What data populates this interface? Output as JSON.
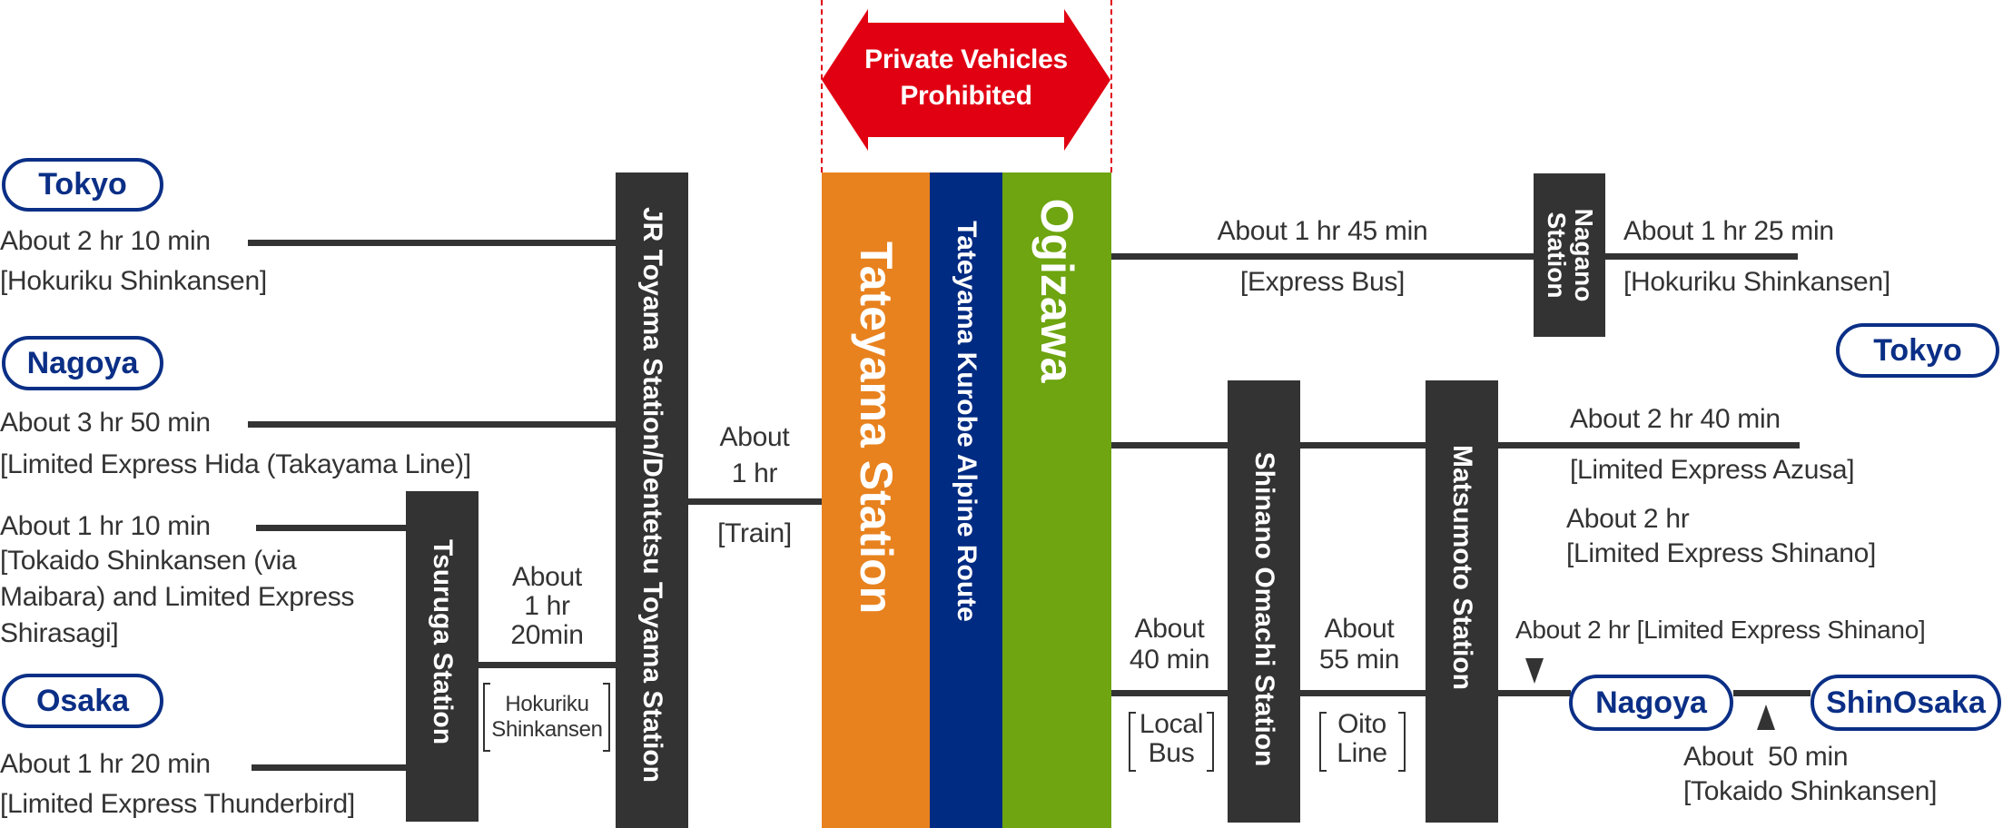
{
  "colors": {
    "dark_bar": "#333333",
    "pill_blue": "#0b2f86",
    "tateyama_station": "#e8821e",
    "alpine_route": "#002b82",
    "ogizawa": "#6ea510",
    "prohibited_red": "#e00012"
  },
  "banner": {
    "line1": "Private Vehicles",
    "line2": "Prohibited"
  },
  "core": {
    "tateyama_station": "Tateyama Station",
    "alpine_route": "Tateyama Kurobe Alpine Route",
    "ogizawa": "Ogizawa"
  },
  "stations": {
    "jr_toyama": "JR Toyama Station/Dentetsu Toyama Station",
    "tsuruga": "Tsuruga Station",
    "nagano": "Nagano Station",
    "shinano_omachi": "Shinano Omachi Station",
    "matsumoto": "Matsumoto Station"
  },
  "cities": {
    "tokyo_west": "Tokyo",
    "nagoya_west": "Nagoya",
    "osaka": "Osaka",
    "tokyo_east": "Tokyo",
    "nagoya_east": "Nagoya",
    "shin_osaka": "ShinOsaka"
  },
  "west": {
    "tokyo_time": "About 2 hr 10 min",
    "tokyo_line": "[Hokuriku Shinkansen]",
    "nagoya_time": "About 3 hr 50 min",
    "nagoya_line": "[Limited Express Hida (Takayama Line)]",
    "tsuruga_nagoya_time": "About 1 hr 10 min",
    "tsuruga_nagoya_line1": "[Tokaido Shinkansen (via",
    "tsuruga_nagoya_line2": "Maibara) and Limited Express",
    "tsuruga_nagoya_line3": "Shirasagi]",
    "osaka_time": "About 1 hr 20 min",
    "osaka_line": "[Limited Express Thunderbird]",
    "tsuruga_toyama_time1": "About",
    "tsuruga_toyama_time2": "1 hr",
    "tsuruga_toyama_time3": "20min",
    "tsuruga_toyama_line1": "Hokuriku",
    "tsuruga_toyama_line2": "Shinkansen",
    "toyama_tateyama_time1": "About",
    "toyama_tateyama_time2": "1 hr",
    "toyama_tateyama_line": "[Train]"
  },
  "east": {
    "bus_time": "About 1 hr 45 min",
    "bus_line": "[Express Bus]",
    "nagano_tokyo_time": "About 1 hr 25 min",
    "nagano_tokyo_line": "[Hokuriku Shinkansen]",
    "azusa_time": "About 2 hr 40 min",
    "azusa_line": "[Limited Express Azusa]",
    "shinano_time": "About 2 hr",
    "shinano_line": "[Limited Express Shinano]",
    "local_bus_time1": "About",
    "local_bus_time2": "40 min",
    "local_bus_line1": "Local",
    "local_bus_line2": "Bus",
    "oito_time1": "About",
    "oito_time2": "55 min",
    "oito_line1": "Oito",
    "oito_line2": "Line",
    "matsumoto_nagoya": "About 2 hr [Limited Express Shinano]",
    "nagoya_shinosaka_time": "About  50 min",
    "nagoya_shinosaka_line": "[Tokaido Shinkansen]"
  }
}
